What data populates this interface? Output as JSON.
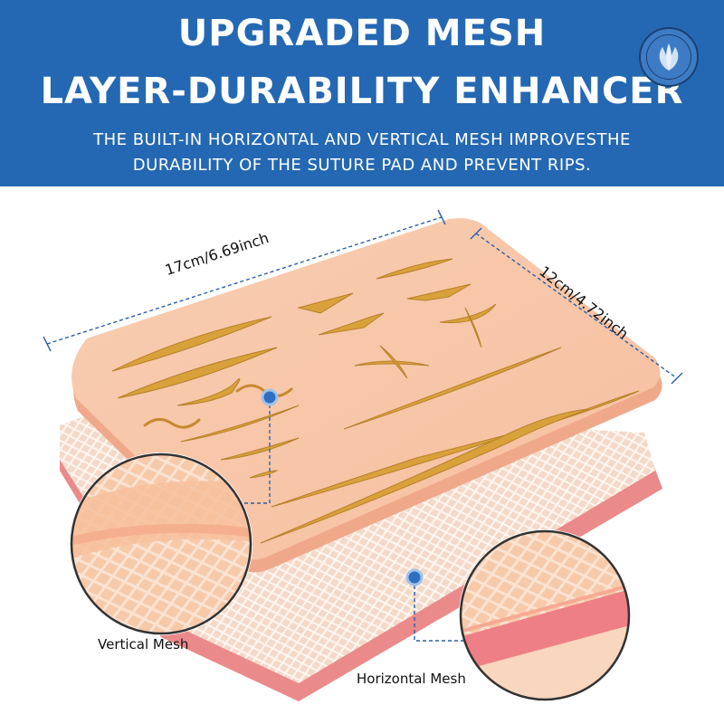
{
  "banner": {
    "title_line1": "UPGRADED MESH",
    "title_line2": "LAYER-DURABILITY ENHANCER",
    "subtitle_line1": "THE BUILT-IN HORIZONTAL AND VERTICAL MESH IMPROVESTHE",
    "subtitle_line2": "DURABILITY OF THE SUTURE PAD AND PREVENT RIPS."
  },
  "dimensions": {
    "length": "17cm/6.69inch",
    "width": "12cm/4.72inch"
  },
  "callouts": {
    "vertical": "Vertical Mesh",
    "horizontal": "Horizontal Mesh"
  },
  "colors": {
    "banner": "#2468b4",
    "pad_skin": "#f7c6aa",
    "wound": "#d9a13a",
    "mesh": "#f2ddd0",
    "edge": "#ec8f8f",
    "marker": "#2f6fc1"
  }
}
